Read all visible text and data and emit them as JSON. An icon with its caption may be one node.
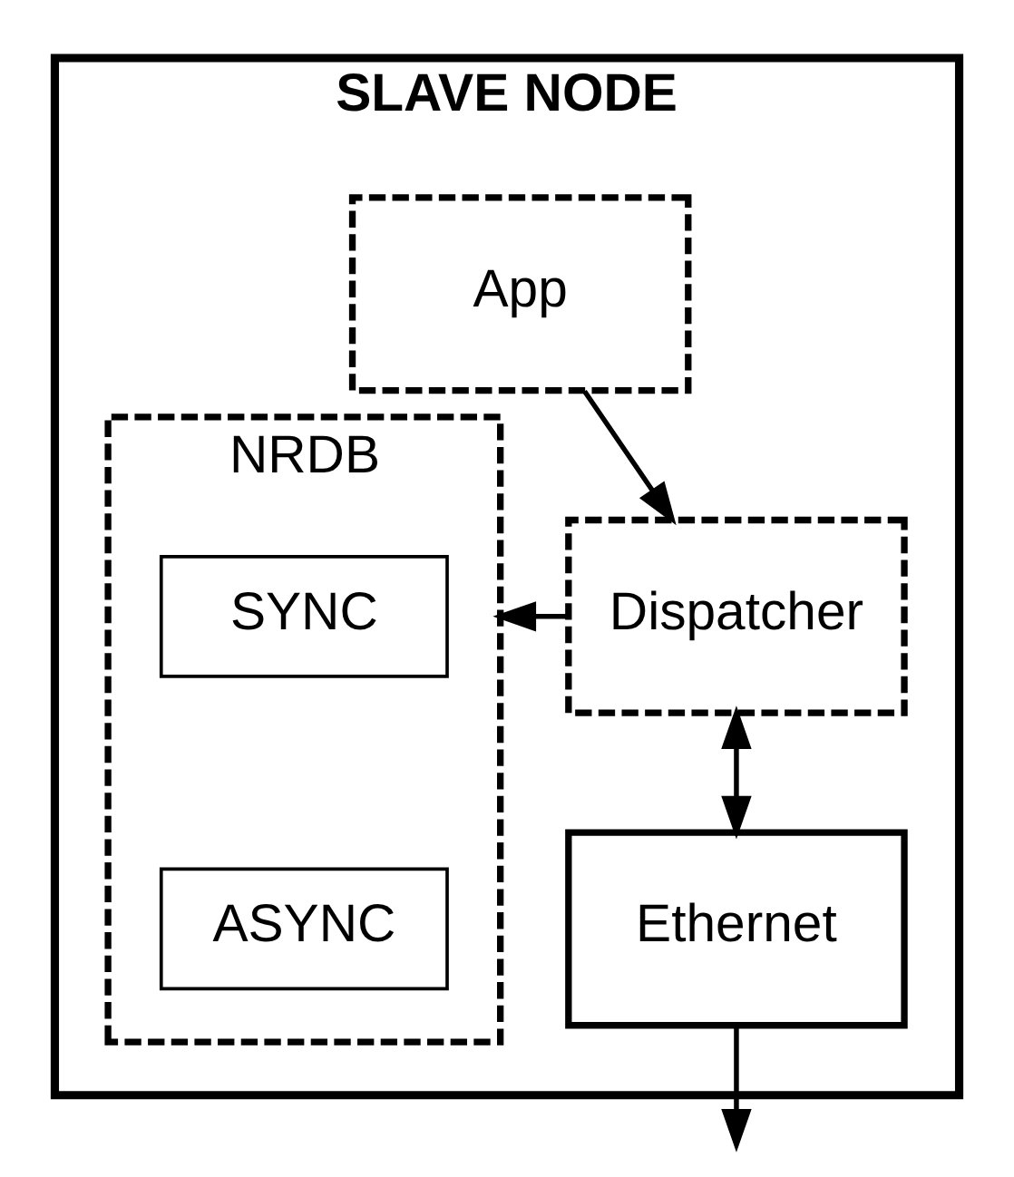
{
  "diagram": {
    "nodes": [
      {
        "text": [
          "SLAVE NODE"
        ]
      },
      {
        "text": [
          "App"
        ],
        "in": 0
      },
      {
        "text": [
          "NRDB"
        ],
        "in": 0
      },
      {
        "text": [
          "SYNC"
        ],
        "in": 2
      },
      {
        "text": [
          "ASYNC"
        ],
        "in": 2
      },
      {
        "text": [
          "Dispatcher"
        ],
        "in": 0
      },
      {
        "text": [
          "Ethernet"
        ],
        "in": 0
      }
    ],
    "edges": [
      {
        "from": 1,
        "to": 5,
        "arrow": "to"
      },
      {
        "from": 5,
        "to": 2,
        "arrow": "to"
      },
      {
        "from": 5,
        "to": 6,
        "arrow": "both"
      },
      {
        "from": 6,
        "to": null,
        "arrow": "to"
      }
    ]
  }
}
